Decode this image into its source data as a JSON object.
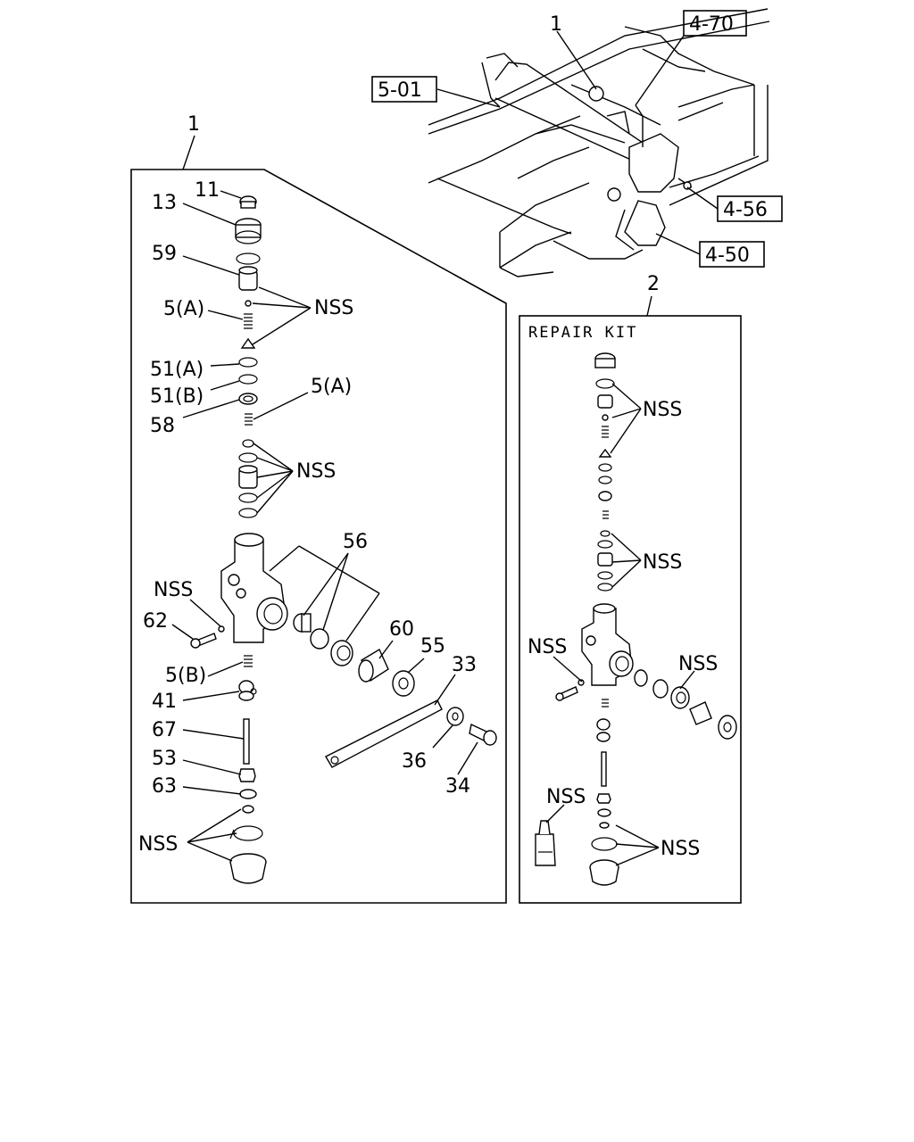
{
  "figure_refs": [
    "4-70",
    "5-01",
    "4-56",
    "4-50"
  ],
  "callouts": {
    "assembly": "1",
    "repair_kit": "2",
    "assembly_top": "1"
  },
  "repair_kit": {
    "title": "REPAIR KIT",
    "nss_labels": [
      "NSS",
      "NSS",
      "NSS",
      "NSS",
      "NSS",
      "NSS"
    ]
  },
  "parts": {
    "p11": "11",
    "p13": "13",
    "p59": "59",
    "p5a": "5(A)",
    "p51a": "51(A)",
    "p51b": "51(B)",
    "p58": "58",
    "p5a2": "5(A)",
    "p56": "56",
    "p62": "62",
    "p60": "60",
    "p55": "55",
    "p33": "33",
    "p5b": "5(B)",
    "p41": "41",
    "p67": "67",
    "p53": "53",
    "p63": "63",
    "p36": "36",
    "p34": "34"
  },
  "nss": {
    "n1": "NSS",
    "n2": "NSS",
    "n3": "NSS",
    "n4": "NSS"
  }
}
